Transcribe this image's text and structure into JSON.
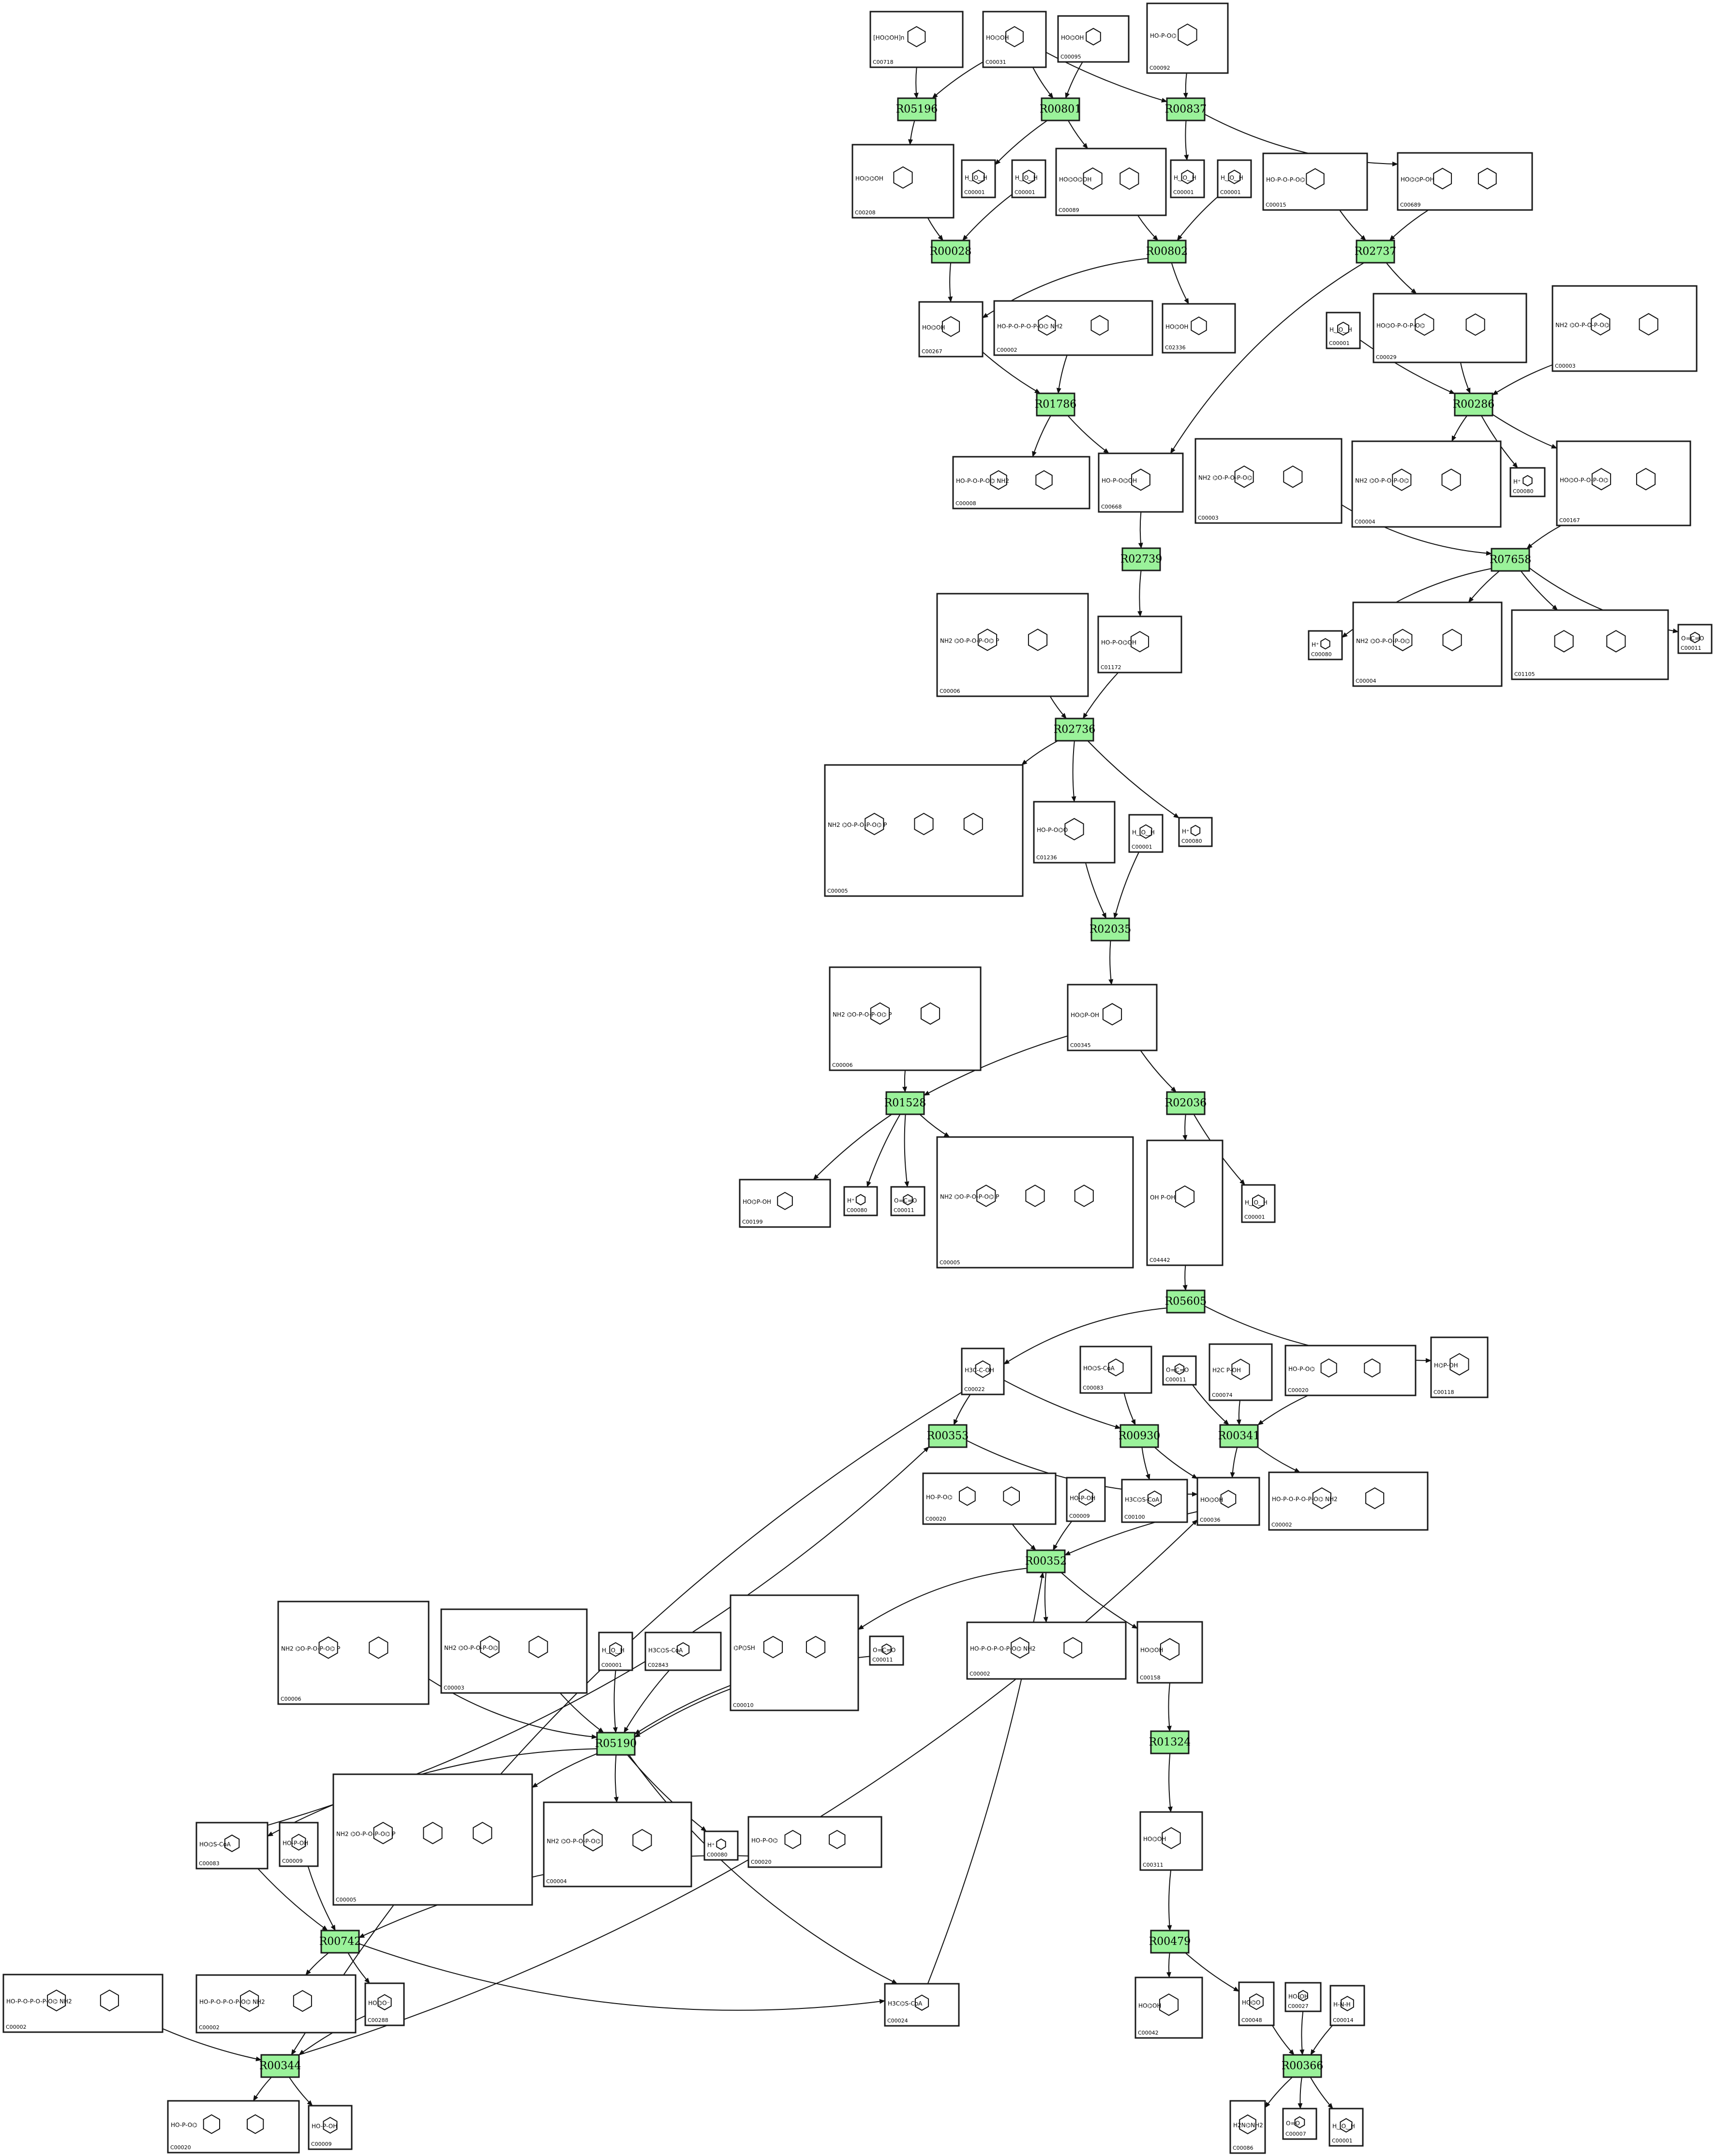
{
  "colors": {
    "reaction_fill": "#9af29a",
    "stroke": "#1a1a1a",
    "background": "#ffffff"
  },
  "reactions": [
    {
      "id": "R05196"
    },
    {
      "id": "R00801"
    },
    {
      "id": "R00837"
    },
    {
      "id": "R00028"
    },
    {
      "id": "R00802"
    },
    {
      "id": "R02737"
    },
    {
      "id": "R01786"
    },
    {
      "id": "R00286"
    },
    {
      "id": "R07658"
    },
    {
      "id": "R02739"
    },
    {
      "id": "R02736"
    },
    {
      "id": "R02035"
    },
    {
      "id": "R01528"
    },
    {
      "id": "R02036"
    },
    {
      "id": "R05605"
    },
    {
      "id": "R00353"
    },
    {
      "id": "R00930"
    },
    {
      "id": "R00341"
    },
    {
      "id": "R00352"
    },
    {
      "id": "R05190"
    },
    {
      "id": "R01324"
    },
    {
      "id": "R00742"
    },
    {
      "id": "R00479"
    },
    {
      "id": "R00344"
    },
    {
      "id": "R00366"
    }
  ],
  "compounds": [
    {
      "id": "C00718",
      "mol": "[HO⌬OH]n"
    },
    {
      "id": "C00031",
      "mol": "HO⌬OH"
    },
    {
      "id": "C00095",
      "mol": "HO⌬OH"
    },
    {
      "id": "C00092",
      "mol": "HO-P-O⌬"
    },
    {
      "id": "C00208",
      "mol": "HO⌬⌬OH"
    },
    {
      "id": "C00001",
      "mol": "H‿O‿H"
    },
    {
      "id": "C00089",
      "mol": "HO⌬O⌬OH"
    },
    {
      "id": "C00015",
      "mol": "HO-P-O-P-O⌬"
    },
    {
      "id": "C00689",
      "mol": "HO⌬⌬P-OH"
    },
    {
      "id": "C00267",
      "mol": "HO⌬OH"
    },
    {
      "id": "C00002",
      "mol": "HO-P-O-P-O-P-O⌬ NH2"
    },
    {
      "id": "C02336",
      "mol": "HO⌬OH"
    },
    {
      "id": "C00029",
      "mol": "HO⌬O-P-O-P-O⌬"
    },
    {
      "id": "C00003",
      "mol": "NH2 ⌬O-P-O-P-O⌬"
    },
    {
      "id": "C00008",
      "mol": "HO-P-O-P-O⌬ NH2"
    },
    {
      "id": "C00668",
      "mol": "HO-P-O⌬OH"
    },
    {
      "id": "C00004",
      "mol": "NH2 ⌬O-P-O-P-O⌬"
    },
    {
      "id": "C00080",
      "mol": "H⁺"
    },
    {
      "id": "C00167",
      "mol": "HO⌬O-P-O-P-O⌬"
    },
    {
      "id": "C00006",
      "mol": "NH2 ⌬O-P-O-P-O⌬ P"
    },
    {
      "id": "C01172",
      "mol": "HO-P-O⌬OH"
    },
    {
      "id": "C00005",
      "mol": "NH2 ⌬O-P-O-P-O⌬ P"
    },
    {
      "id": "C01236",
      "mol": "HO-P-O⌬O"
    },
    {
      "id": "C00011",
      "mol": "O=C=O"
    },
    {
      "id": "C00345",
      "mol": "HO⌬P-OH"
    },
    {
      "id": "C01218",
      "mol": "HO⌬P-OH"
    },
    {
      "id": "C04442",
      "mol": "OH P-OH"
    },
    {
      "id": "C00199",
      "mol": "HO⌬P-OH"
    },
    {
      "id": "C00022",
      "mol": "H3C-C-OH"
    },
    {
      "id": "C00083",
      "mol": "HO⌬S-CoA"
    },
    {
      "id": "C00074",
      "mol": "H2C P-OH"
    },
    {
      "id": "C00118",
      "mol": "H⌬P-OH"
    },
    {
      "id": "C00100",
      "mol": "H3C⌬S-CoA"
    },
    {
      "id": "C00036",
      "mol": "HO⌬OH"
    },
    {
      "id": "C00009",
      "mol": "HO-P-OH"
    },
    {
      "id": "C00010",
      "mol": "⌬P⌬SH"
    },
    {
      "id": "C02843",
      "mol": "H3C⌬S-CoA"
    },
    {
      "id": "C00158",
      "mol": "HO⌬OH"
    },
    {
      "id": "C00311",
      "mol": "HO⌬OH"
    },
    {
      "id": "C00288",
      "mol": "HO⌬O⁻"
    },
    {
      "id": "C00024",
      "mol": "H3C⌬S-CoA"
    },
    {
      "id": "C00042",
      "mol": "HO⌬OH"
    },
    {
      "id": "C00048",
      "mol": "HO⌬O"
    },
    {
      "id": "C00027",
      "mol": "HO-OH"
    },
    {
      "id": "C00014",
      "mol": "H-N-H"
    },
    {
      "id": "C00020",
      "mol": "HO-P-O⌬"
    },
    {
      "id": "C00086",
      "mol": "H2N⌬NH2"
    },
    {
      "id": "C00007",
      "mol": "O=O"
    }
  ]
}
